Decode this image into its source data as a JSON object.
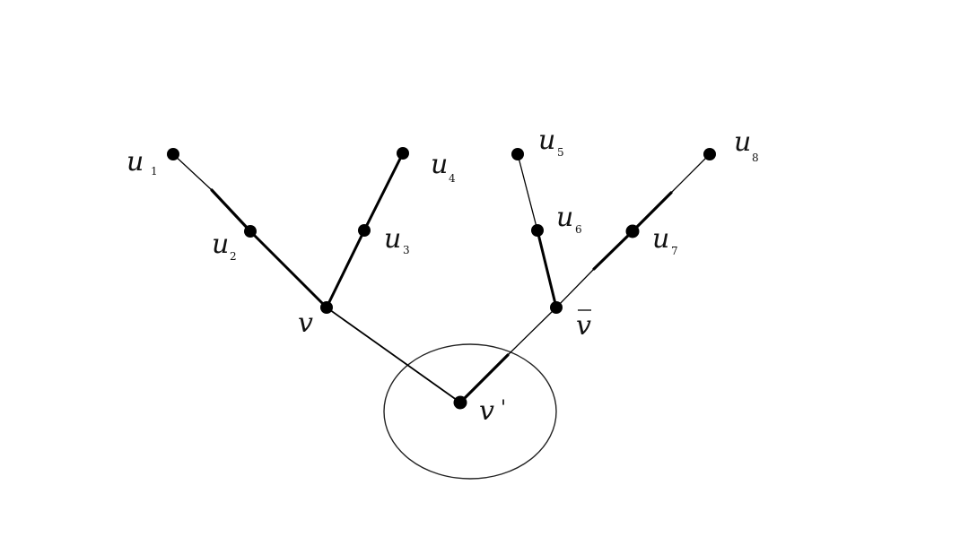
{
  "diagram": {
    "nodes": [
      {
        "id": "u1",
        "base": "u",
        "sub": "1"
      },
      {
        "id": "u2",
        "base": "u",
        "sub": "2"
      },
      {
        "id": "u3",
        "base": "u",
        "sub": "3"
      },
      {
        "id": "u4",
        "base": "u",
        "sub": "4"
      },
      {
        "id": "u5",
        "base": "u",
        "sub": "5"
      },
      {
        "id": "u6",
        "base": "u",
        "sub": "6"
      },
      {
        "id": "u7",
        "base": "u",
        "sub": "7"
      },
      {
        "id": "u8",
        "base": "u",
        "sub": "8"
      },
      {
        "id": "v",
        "base": "v",
        "sub": ""
      },
      {
        "id": "vbar",
        "base": "v",
        "sub": "",
        "overbar": true
      },
      {
        "id": "vprime",
        "base": "v",
        "sub": "",
        "prime": "'"
      }
    ],
    "edges": [
      {
        "from": "u1",
        "to": "u2"
      },
      {
        "from": "u2",
        "to": "v"
      },
      {
        "from": "u4",
        "to": "u3"
      },
      {
        "from": "u3",
        "to": "v"
      },
      {
        "from": "v",
        "to": "vprime"
      },
      {
        "from": "u5",
        "to": "u6"
      },
      {
        "from": "u6",
        "to": "vbar"
      },
      {
        "from": "u8",
        "to": "u7"
      },
      {
        "from": "u7",
        "to": "vbar"
      },
      {
        "from": "vbar",
        "to": "vprime"
      }
    ],
    "highlight": {
      "shape": "ellipse",
      "around": "vprime"
    }
  }
}
